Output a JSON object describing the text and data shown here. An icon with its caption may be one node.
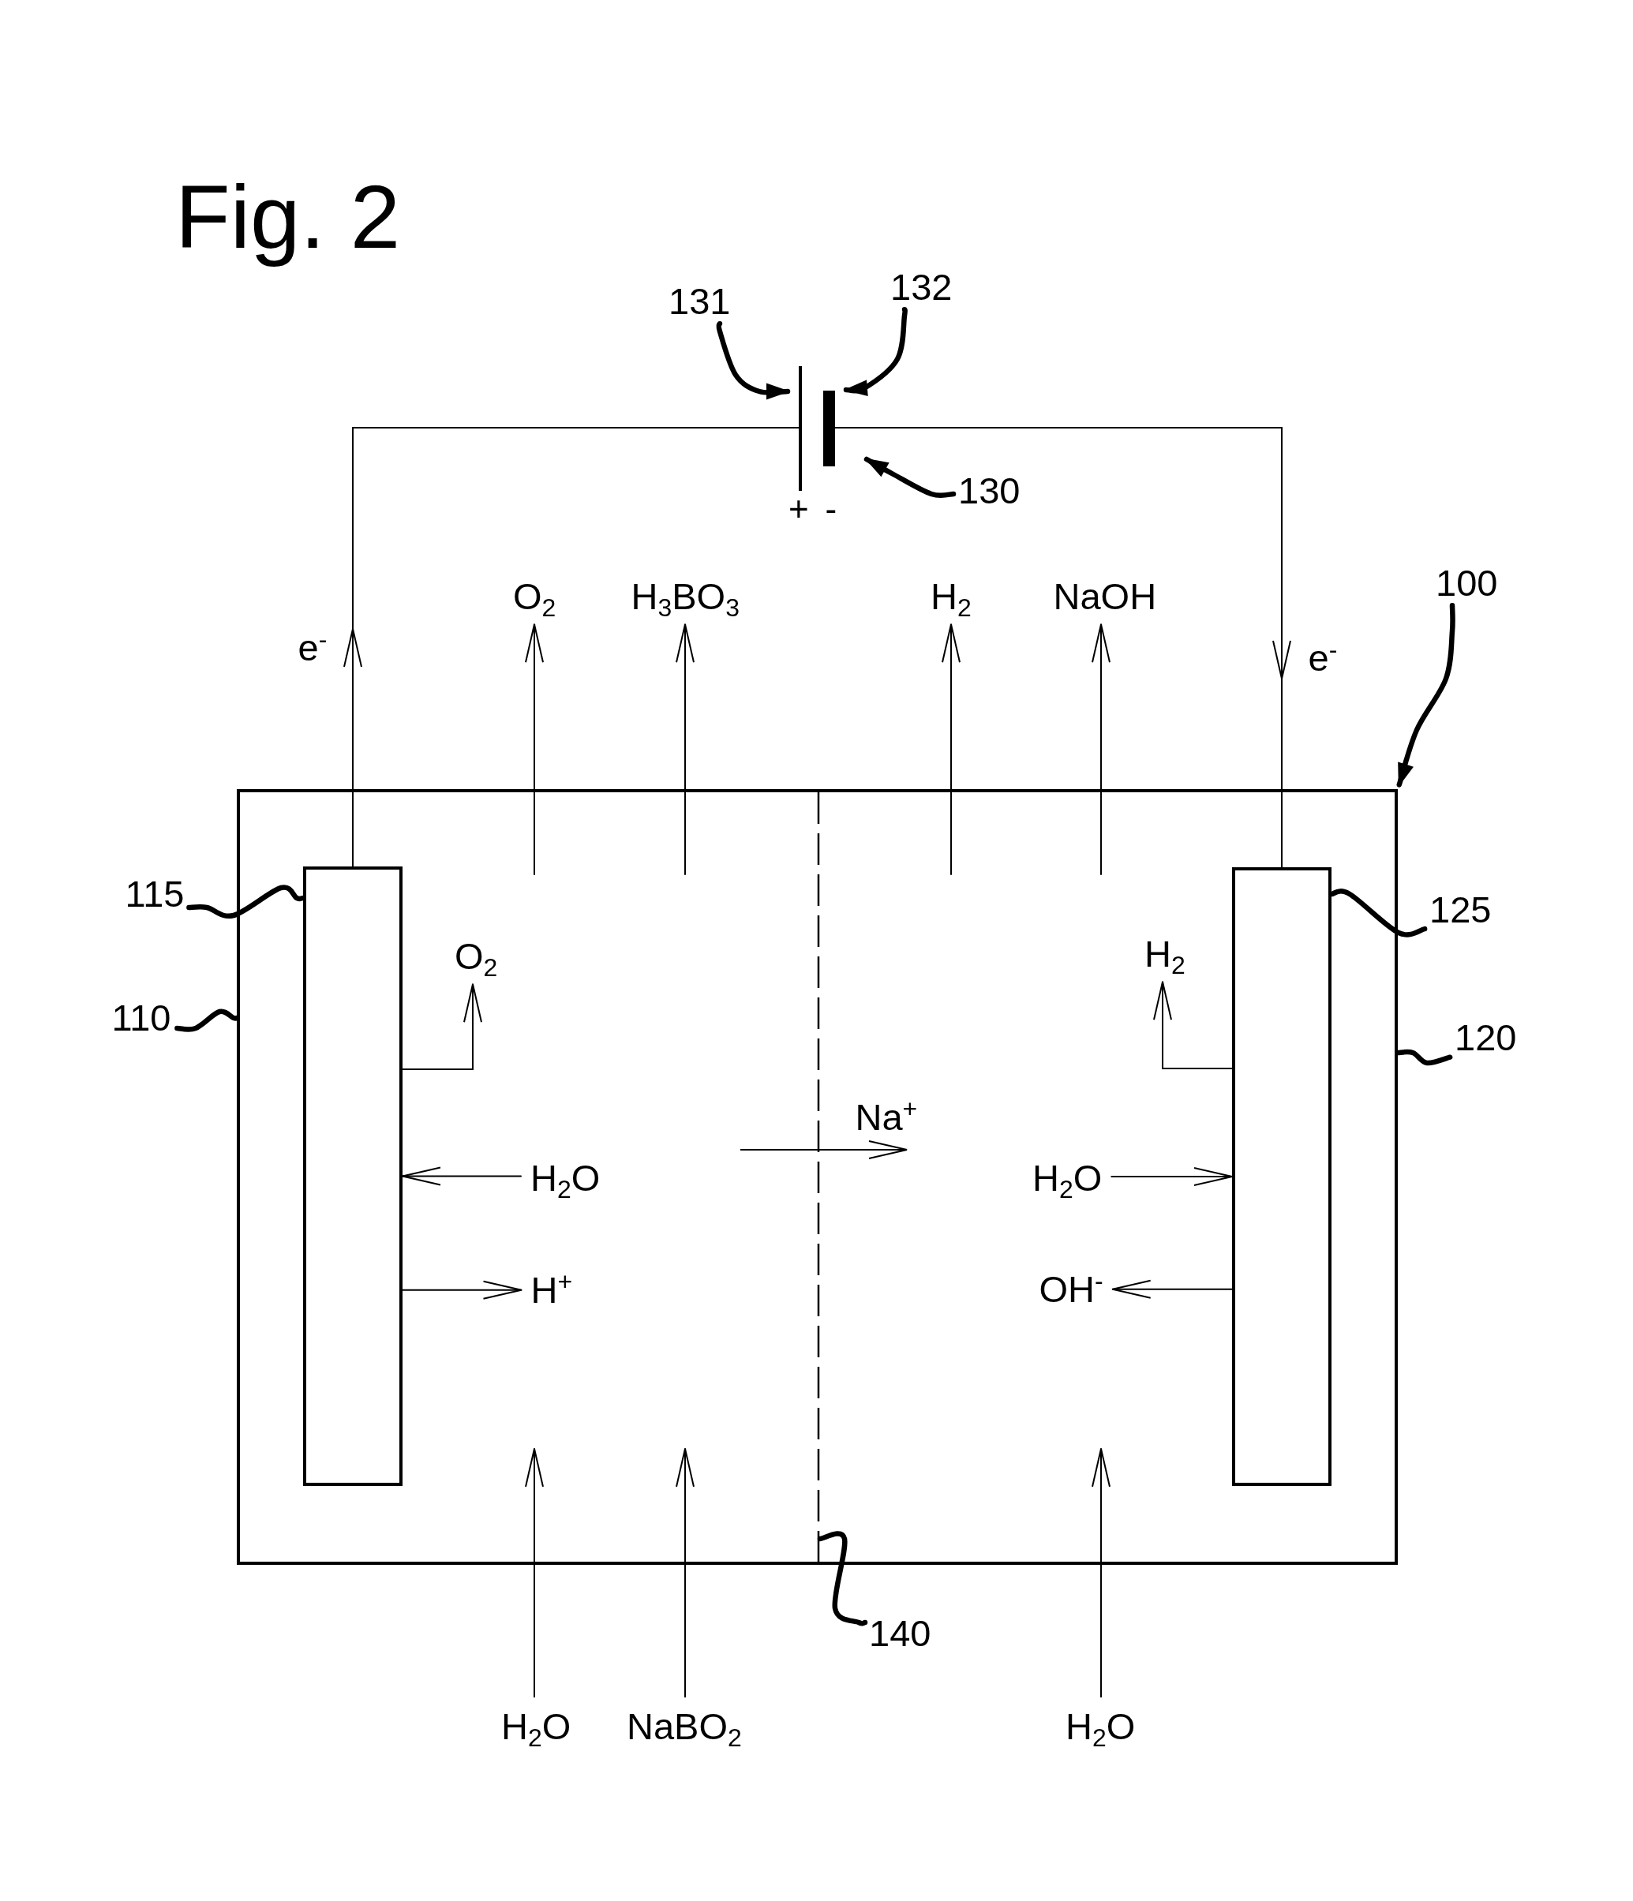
{
  "diagram": {
    "title": "Fig. 2",
    "nodes": [
      {
        "text": [
          "131"
        ]
      },
      {
        "text": [
          "132"
        ]
      },
      {
        "text": [],
        "shape": "bar",
        "beside": [
          "+"
        ]
      },
      {
        "text": [],
        "shape": "bar",
        "beside": [
          "-"
        ]
      },
      {
        "text": [
          "130"
        ]
      },
      {
        "text": [
          "O$_{2}$"
        ]
      },
      {
        "text": [
          "H$_{3}$BO$_{3}$"
        ]
      },
      {
        "text": [
          "H$_{2}$"
        ]
      },
      {
        "text": [
          "NaOH"
        ]
      },
      {
        "text": [
          "100"
        ]
      },
      {
        "text": [],
        "shape": "box"
      },
      {
        "text": [],
        "shape": "box",
        "in": 10
      },
      {
        "text": [],
        "shape": "line",
        "in": 10
      },
      {
        "text": [],
        "shape": "box",
        "in": 10
      },
      {
        "text": [
          "115"
        ]
      },
      {
        "text": [
          "125"
        ]
      },
      {
        "text": [
          "O$_{2}$"
        ],
        "in": 10
      },
      {
        "text": [
          "H$_{2}$"
        ],
        "in": 10
      },
      {
        "text": [
          "110"
        ]
      },
      {
        "text": [
          "120"
        ]
      },
      {
        "text": [
          "H$_{2}$O"
        ],
        "in": 10
      },
      {
        "text": [
          "H$_{2}$O"
        ],
        "in": 10
      },
      {
        "text": [
          "H$^{+}$"
        ],
        "in": 10
      },
      {
        "text": [
          "OH$^{-}$"
        ],
        "in": 10
      },
      {
        "text": [
          "140"
        ]
      },
      {
        "text": [
          "H$_{2}$O"
        ]
      },
      {
        "text": [
          "NaBO$_{2}$"
        ]
      },
      {
        "text": [
          "H$_{2}$O"
        ]
      }
    ],
    "edges": [
      {
        "from": 0,
        "to": 2,
        "arrow": "to",
        "style": "thick"
      },
      {
        "from": 1,
        "to": 3,
        "arrow": "to",
        "style": "thick"
      },
      {
        "from": 4,
        "to": null,
        "arrow": "to",
        "style": "thick"
      },
      {
        "from": 11,
        "to": 2,
        "arrow": "to",
        "label": "e$^{-}$"
      },
      {
        "from": 3,
        "to": 13,
        "arrow": "to",
        "label": "e$^{-}$"
      },
      {
        "from": null,
        "to": 5,
        "arrow": "to"
      },
      {
        "from": null,
        "to": 6,
        "arrow": "to"
      },
      {
        "from": null,
        "to": 7,
        "arrow": "to"
      },
      {
        "from": null,
        "to": 8,
        "arrow": "to"
      },
      {
        "from": 9,
        "to": 10,
        "arrow": "to",
        "style": "thick"
      },
      {
        "from": 14,
        "to": 11,
        "arrow": "none",
        "style": "thick"
      },
      {
        "from": 15,
        "to": 13,
        "arrow": "none",
        "style": "thick"
      },
      {
        "from": 11,
        "to": 16,
        "arrow": "to"
      },
      {
        "from": 13,
        "to": 17,
        "arrow": "to"
      },
      {
        "from": 18,
        "to": 10,
        "arrow": "none",
        "style": "thick"
      },
      {
        "from": 19,
        "to": 10,
        "arrow": "none",
        "style": "thick"
      },
      {
        "from": 20,
        "to": 11,
        "arrow": "to"
      },
      {
        "from": 21,
        "to": 13,
        "arrow": "to"
      },
      {
        "from": 11,
        "to": 22,
        "arrow": "to"
      },
      {
        "from": 13,
        "to": 23,
        "arrow": "to"
      },
      {
        "from": 24,
        "to": 12,
        "arrow": "none",
        "style": "thick"
      },
      {
        "from": 25,
        "to": null,
        "arrow": "to"
      },
      {
        "from": 26,
        "to": null,
        "arrow": "to"
      },
      {
        "from": 27,
        "to": null,
        "arrow": "to"
      }
    ],
    "labels": [
      "Na$^{+}$"
    ]
  }
}
